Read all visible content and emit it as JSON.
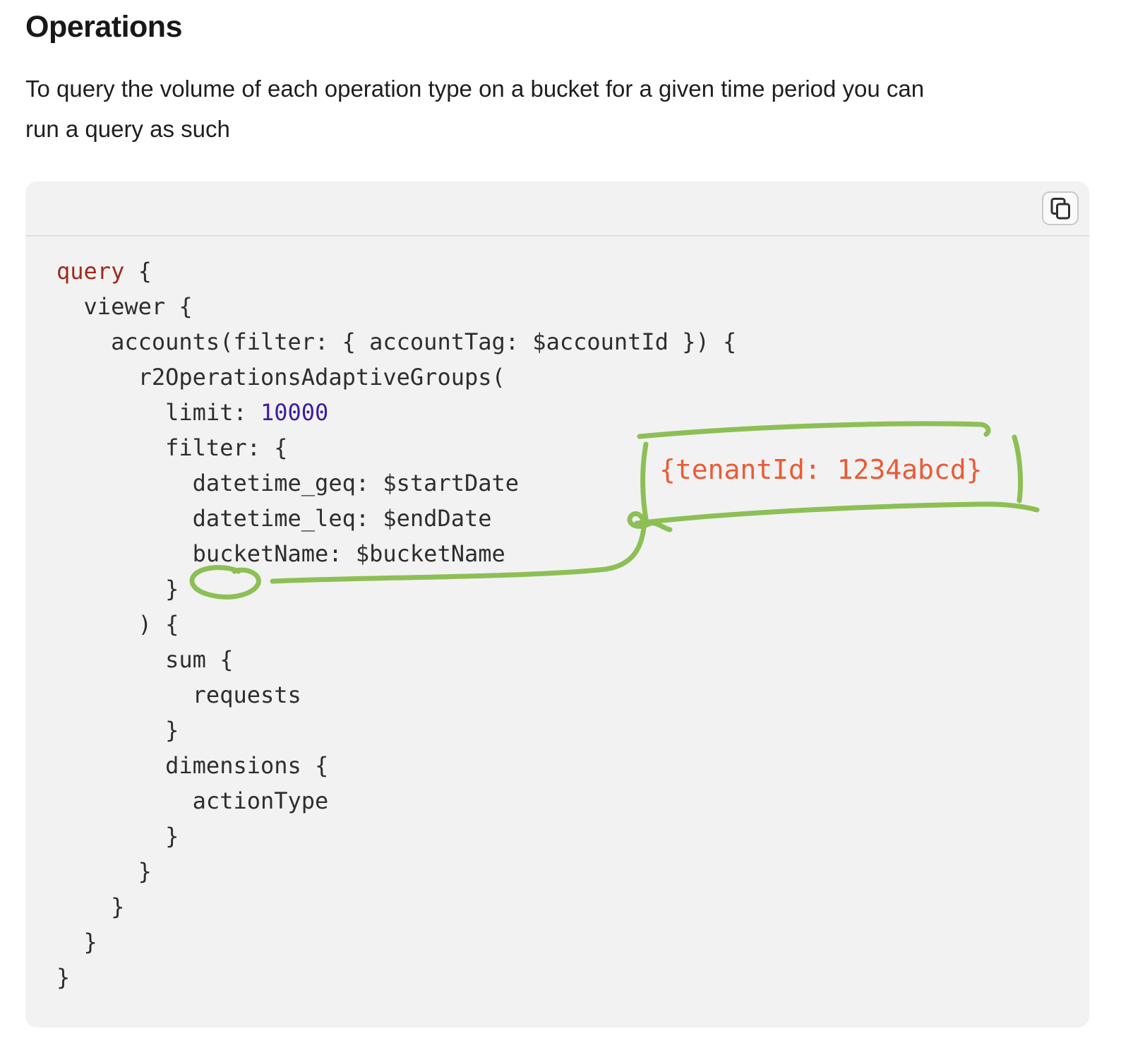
{
  "page": {
    "title": "Operations",
    "intro": "To query the volume of each operation type on a bucket for a given time period you can\nrun a query as such"
  },
  "code_block": {
    "lines": [
      [
        {
          "t": "query",
          "c": "keyword"
        },
        {
          "t": " {"
        }
      ],
      [
        {
          "t": "  viewer {"
        }
      ],
      [
        {
          "t": "    accounts(filter: { accountTag: $accountId }) {"
        }
      ],
      [
        {
          "t": "      r2OperationsAdaptiveGroups("
        }
      ],
      [
        {
          "t": "        limit: "
        },
        {
          "t": "10000",
          "c": "number"
        }
      ],
      [
        {
          "t": "        filter: {"
        }
      ],
      [
        {
          "t": "          datetime_geq: $startDate"
        }
      ],
      [
        {
          "t": "          datetime_leq: $endDate"
        }
      ],
      [
        {
          "t": "          bucketName: $bucketName"
        }
      ],
      [
        {
          "t": "        }"
        }
      ],
      [
        {
          "t": "      ) {"
        }
      ],
      [
        {
          "t": "        sum {"
        }
      ],
      [
        {
          "t": "          requests"
        }
      ],
      [
        {
          "t": "        }"
        }
      ],
      [
        {
          "t": "        dimensions {"
        }
      ],
      [
        {
          "t": "          actionType"
        }
      ],
      [
        {
          "t": "        }"
        }
      ],
      [
        {
          "t": "      }"
        }
      ],
      [
        {
          "t": "    }"
        }
      ],
      [
        {
          "t": "  }"
        }
      ],
      [
        {
          "t": "}"
        }
      ]
    ]
  },
  "annotation": {
    "label": "{tenantId: 1234abcd}"
  },
  "colors": {
    "code_keyword": "#9e2b1d",
    "code_number": "#3c1da0",
    "annotation_ink": "#8dbf55",
    "annotation_text": "#ec5a35"
  }
}
